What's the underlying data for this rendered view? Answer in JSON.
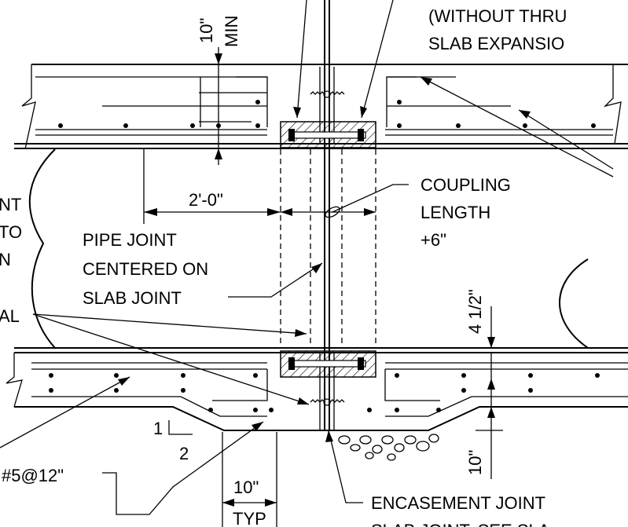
{
  "labels": {
    "top_right_line1": "(WITHOUT THRU",
    "top_right_line2": "SLAB EXPANSIO",
    "top_dim_value": "10\"",
    "top_dim_min": "MIN",
    "dim_2ft": "2'-0\"",
    "coupling_1": "COUPLING",
    "coupling_2": "LENGTH",
    "coupling_3": "+6\"",
    "pipe_joint_1": "PIPE JOINT",
    "pipe_joint_2": "CENTERED ON",
    "pipe_joint_3": "SLAB JOINT",
    "left_nt": "NT",
    "left_to": "TO",
    "left_n": "N",
    "left_al": "AL",
    "dim_4half": "4 1/2\"",
    "dim_10_bottom": "10\"",
    "slope_rise": "1",
    "slope_run": "2",
    "rebar": "#5@12\"",
    "dim_10_typ": "10\"",
    "typ": "TYP",
    "encasement_1": "ENCASEMENT JOINT",
    "encasement_2": "SLAB JOINT. SEE SLA"
  }
}
